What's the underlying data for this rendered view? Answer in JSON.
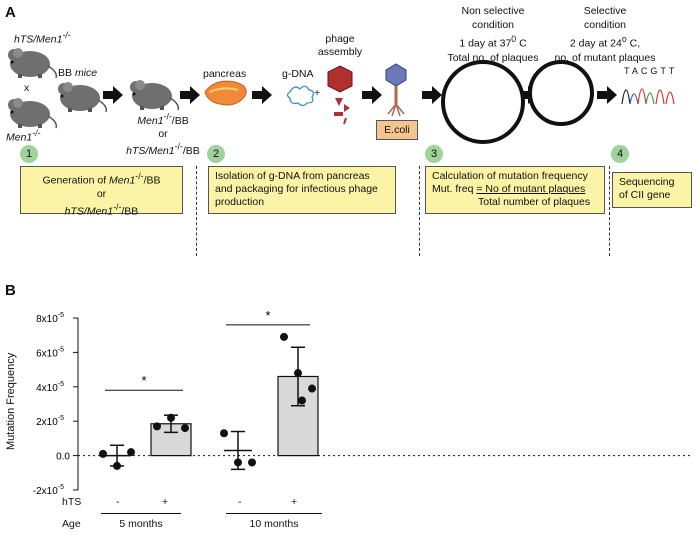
{
  "panel_a": {
    "label": "A",
    "mouse1_label": "hTS/Men1",
    "mouse1_sup": "-/-",
    "cross_symbol": "x",
    "mouse2_label": "Men1",
    "mouse2_sup": "-/-",
    "bb_label": "BB",
    "bb_mice_label": "mice",
    "offspring_line1_a": "Men1",
    "offspring_line1_sup": "-/-",
    "offspring_line1_b": "/BB",
    "offspring_or": "or",
    "offspring_line3_a": "hTS/Men1",
    "offspring_line3_sup": "-/-",
    "offspring_line3_b": "/BB",
    "pancreas_label": "pancreas",
    "gdna_label": "g-DNA",
    "plus_symbol": "+",
    "phage_assembly_l1": "phage",
    "phage_assembly_l2": "assembly",
    "ecoli_label": "E.coli",
    "nonselective_l1": "Non selective",
    "nonselective_l2": "condition",
    "nonselective_l3": "1 day at 37",
    "nonselective_deg": "0",
    "nonselective_deg_c": " C",
    "nonselective_l4": "Total no. of plaques",
    "selective_l1": "Selective",
    "selective_l2": "condition",
    "selective_l3": "2 day at 24",
    "selective_deg": "o",
    "selective_deg_c": " C,",
    "selective_l4": "no. of mutant plaques",
    "sequence": "TACGTT",
    "steps": [
      {
        "number": "1",
        "text_a": "Generation of ",
        "text_b": "Men1",
        "sup": "-/-",
        "text_c": "/BB",
        "text_or": "or",
        "text_d": "hTS/Men1",
        "sup2": "-/-",
        "text_e": "/BB"
      },
      {
        "number": "2",
        "text": "Isolation of g-DNA from pancreas and packaging for infectious phage production"
      },
      {
        "number": "3",
        "line1": "Calculation of mutation frequency",
        "line2_a": "Mut. freq ",
        "line2_b": "= No of mutant plaques",
        "line3": "Total number of plaques"
      },
      {
        "number": "4",
        "text": "Sequencing of CII gene"
      }
    ]
  },
  "panel_b": {
    "label": "B",
    "row_label_hts": "hTS",
    "row_label_age": "Age",
    "hts_values": [
      "-",
      "+",
      "-",
      "+"
    ],
    "age_groups": [
      "5 months",
      "10 months"
    ],
    "significance": [
      "*",
      "*"
    ]
  },
  "chart_data": {
    "type": "bar",
    "ylabel": "Mutation Frequency",
    "ylim": [
      -2e-05,
      8e-05
    ],
    "yticks": [
      -2e-05,
      0,
      2e-05,
      4e-05,
      6e-05,
      8e-05
    ],
    "ytick_mantissa": [
      "-2x10",
      "0.0",
      "2x10",
      "4x10",
      "6x10",
      "8x10"
    ],
    "ytick_exp": [
      "-5",
      "",
      "-5",
      "-5",
      "-5",
      "-5"
    ],
    "zero_line": "dotted",
    "categories": [
      "5 months hTS-",
      "5 months hTS+",
      "10 months hTS-",
      "10 months hTS+"
    ],
    "values": [
      0.0,
      1.85e-05,
      3e-06,
      4.6e-05
    ],
    "errors": [
      6e-06,
      5e-06,
      1.1e-05,
      1.7e-05
    ],
    "points": [
      [
        1e-06,
        -6e-06,
        2e-06
      ],
      [
        1.7e-05,
        2.2e-05,
        1.6e-05
      ],
      [
        1.3e-05,
        -4e-06,
        -4e-06
      ],
      [
        6.9e-05,
        4.8e-05,
        3.9e-05,
        3.2e-05
      ]
    ],
    "bar_fill": "#d9d9d9"
  }
}
